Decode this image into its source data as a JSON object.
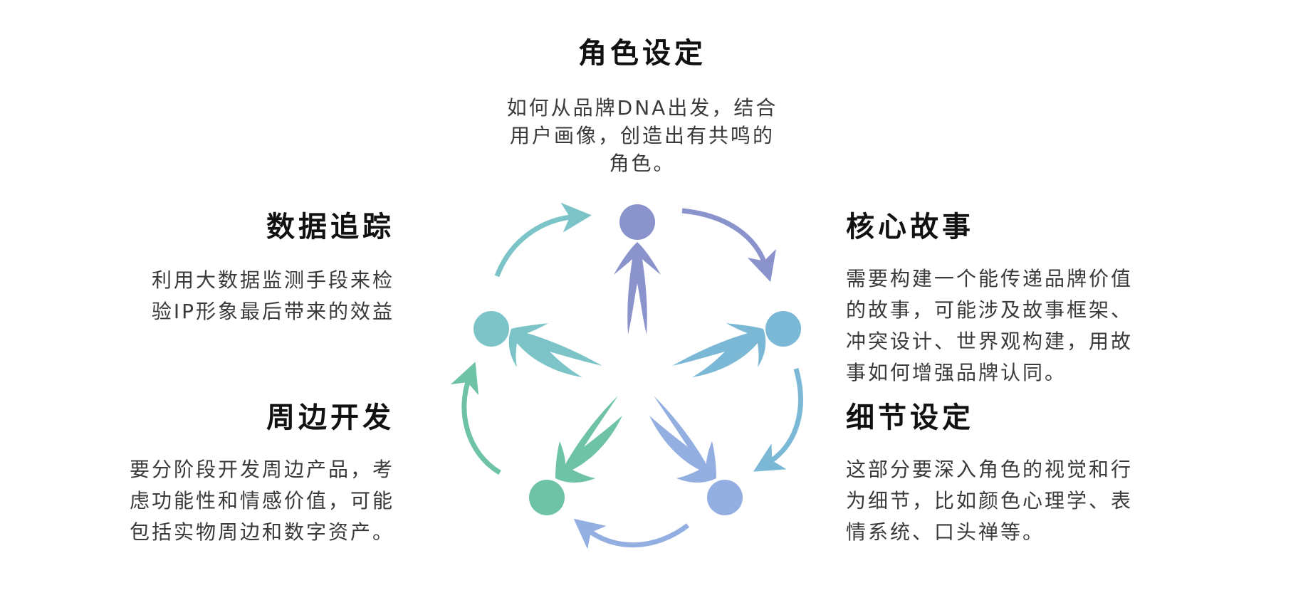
{
  "nodes": [
    {
      "id": "role",
      "title": "角色设定",
      "lines": [
        "如何从品牌DNA出发，结合",
        "用户画像，创造出有共鸣的",
        "角色。"
      ],
      "color": "#8b93cc"
    },
    {
      "id": "story",
      "title": "核心故事",
      "lines": [
        "需要构建一个能传递品牌价值",
        "的故事，可能涉及故事框架、",
        "冲突设计、世界观构建，用故",
        "事如何增强品牌认同。"
      ],
      "color": "#7ab8d6"
    },
    {
      "id": "detail",
      "title": "细节设定",
      "lines": [
        "这部分要深入角色的视觉和行",
        "为细节，比如颜色心理学、表",
        "情系统、口头禅等。"
      ],
      "color": "#93aee0"
    },
    {
      "id": "merch",
      "title": "周边开发",
      "lines": [
        "要分阶段开发周边产品，考",
        "虑功能性和情感价值，可能",
        "包括实物周边和数字资产。"
      ],
      "color": "#6ec2a6"
    },
    {
      "id": "tracking",
      "title": "数据追踪",
      "lines": [
        "利用大数据监测手段来检",
        "验IP形象最后带来的效益"
      ],
      "color": "#7cc4c8"
    }
  ]
}
